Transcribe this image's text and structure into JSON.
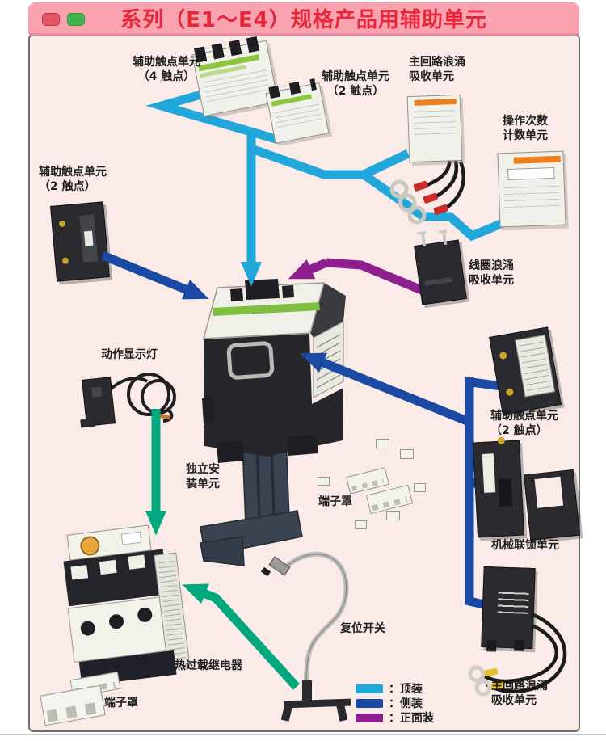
{
  "window": {
    "title": "系列（E1～E4）规格产品用辅助单元",
    "buttons": [
      {
        "name": "red-button",
        "color": "#E25563"
      },
      {
        "name": "green-button",
        "color": "#3FB44C"
      }
    ]
  },
  "labels": {
    "aux4_top": {
      "line1": "辅助触点单元",
      "line2": "（4 触点）"
    },
    "aux2_top": {
      "line1": "辅助触点单元",
      "line2": "（2 触点）"
    },
    "main_surge_top": {
      "line1": "主回路浪涌",
      "line2": "吸收单元"
    },
    "counter": {
      "line1": "操作次数",
      "line2": "计数单元"
    },
    "aux2_left": {
      "line1": "辅助触点单元",
      "line2": "（2 触点）"
    },
    "indicator_lamp": {
      "text": "动作显示灯"
    },
    "coil_surge": {
      "line1": "线圈浪涌",
      "line2": "吸收单元"
    },
    "aux2_right": {
      "line1": "辅助触点单元",
      "line2": "（2 触点）"
    },
    "interlock": {
      "text": "机械联锁单元"
    },
    "main_surge_bottom": {
      "line1": "主回路浪涌",
      "line2": "吸收单元"
    },
    "mount": {
      "line1": "独立安",
      "line2": "装单元"
    },
    "terminal_cover_mid": {
      "text": "端子罩"
    },
    "thermal_relay": {
      "text": "热过载继电器"
    },
    "terminal_cover_left": {
      "text": "端子罩"
    },
    "reset_switch": {
      "text": "复位开关"
    }
  },
  "legend": {
    "items": [
      {
        "name": "top-mount",
        "label": "：顶装",
        "color": "#21A7D9"
      },
      {
        "name": "side-mount",
        "label": "：侧装",
        "color": "#1A4AA3"
      },
      {
        "name": "front-mount",
        "label": "：正面装",
        "color": "#8E1F8E"
      }
    ]
  },
  "colors": {
    "title_bar_bg": "#F9A3B1",
    "title_text": "#E62639",
    "panel_bg": "#FBEBE8",
    "panel_border": "#6F6F6F",
    "top_mount_line": "#21A7D9",
    "side_mount_line": "#1A4AA3",
    "front_mount_line": "#8E1F8E",
    "green_arrow": "#00A87E"
  }
}
